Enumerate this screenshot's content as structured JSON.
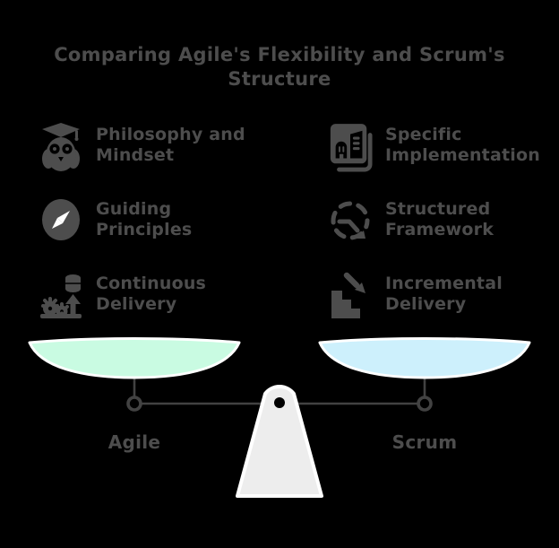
{
  "title": "Comparing Agile's Flexibility and Scrum's Structure",
  "rows": {
    "left": [
      {
        "icon": "owl-graduate-icon",
        "lines": [
          "Philosophy and",
          "Mindset"
        ]
      },
      {
        "icon": "compass-icon",
        "lines": [
          "Guiding",
          "Principles"
        ]
      },
      {
        "icon": "continuous-delivery-icon",
        "lines": [
          "Continuous",
          "Delivery"
        ]
      }
    ],
    "right": [
      {
        "icon": "buildings-document-icon",
        "lines": [
          "Specific",
          "Implementation"
        ]
      },
      {
        "icon": "dashed-cycle-icon",
        "lines": [
          "Structured",
          "Framework"
        ]
      },
      {
        "icon": "steps-descending-icon",
        "lines": [
          "Incremental",
          "Delivery"
        ]
      }
    ]
  },
  "scale": {
    "left_label": "Agile",
    "right_label": "Scrum"
  },
  "colors": {
    "background": "#000000",
    "text": "#4d4d4d",
    "icon": "#4d4d4d",
    "icon_cutout": "#000000",
    "icon_contrast": "#ffffff",
    "pan_left_fill": "#c9fbe2",
    "pan_right_fill": "#cdf0fc",
    "pan_stroke": "#ffffff",
    "beam": "#424242",
    "fulcrum_fill": "#ededed",
    "fulcrum_stroke": "#ffffff"
  }
}
